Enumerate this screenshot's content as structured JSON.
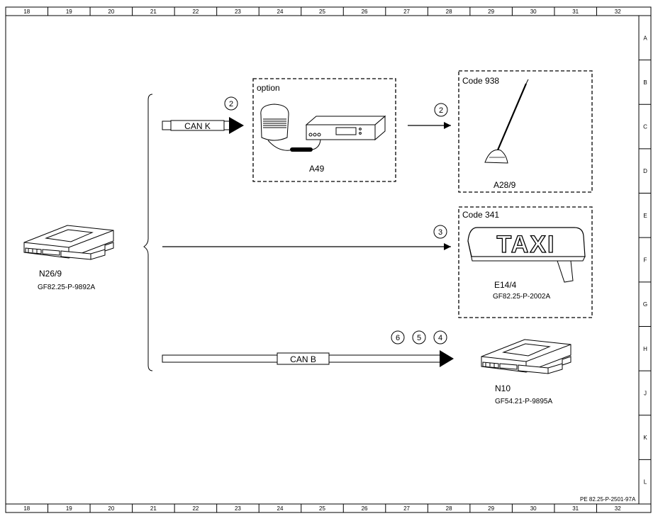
{
  "border": {
    "top_columns": [
      "18",
      "19",
      "20",
      "21",
      "22",
      "23",
      "24",
      "25",
      "26",
      "27",
      "28",
      "29",
      "30",
      "31",
      "32"
    ],
    "bottom_columns": [
      "18",
      "19",
      "20",
      "21",
      "22",
      "23",
      "24",
      "25",
      "26",
      "27",
      "28",
      "29",
      "30",
      "31",
      "32"
    ],
    "right_rows": [
      "A",
      "B",
      "C",
      "D",
      "E",
      "F",
      "G",
      "H",
      "J",
      "K",
      "L"
    ]
  },
  "diagram_ref": "PE 82.25-P-2501-97A",
  "source_unit": {
    "name": "N26/9",
    "ref": "GF82.25-P-9892A"
  },
  "links": {
    "can_k": {
      "label": "CAN K",
      "marker_in": "2",
      "marker_out": "2"
    },
    "direct": {
      "marker": "3"
    },
    "can_b": {
      "label": "CAN B",
      "markers": [
        "6",
        "5",
        "4"
      ]
    }
  },
  "option_box": {
    "title": "option",
    "component": "A49"
  },
  "code938_box": {
    "title": "Code 938",
    "component": "A28/9"
  },
  "code341_box": {
    "title": "Code 341",
    "component": "E14/4",
    "ref": "GF82.25-P-2002A",
    "sign_text": "TAXI"
  },
  "target_unit": {
    "name": "N10",
    "ref": "GF54.21-P-9895A"
  }
}
